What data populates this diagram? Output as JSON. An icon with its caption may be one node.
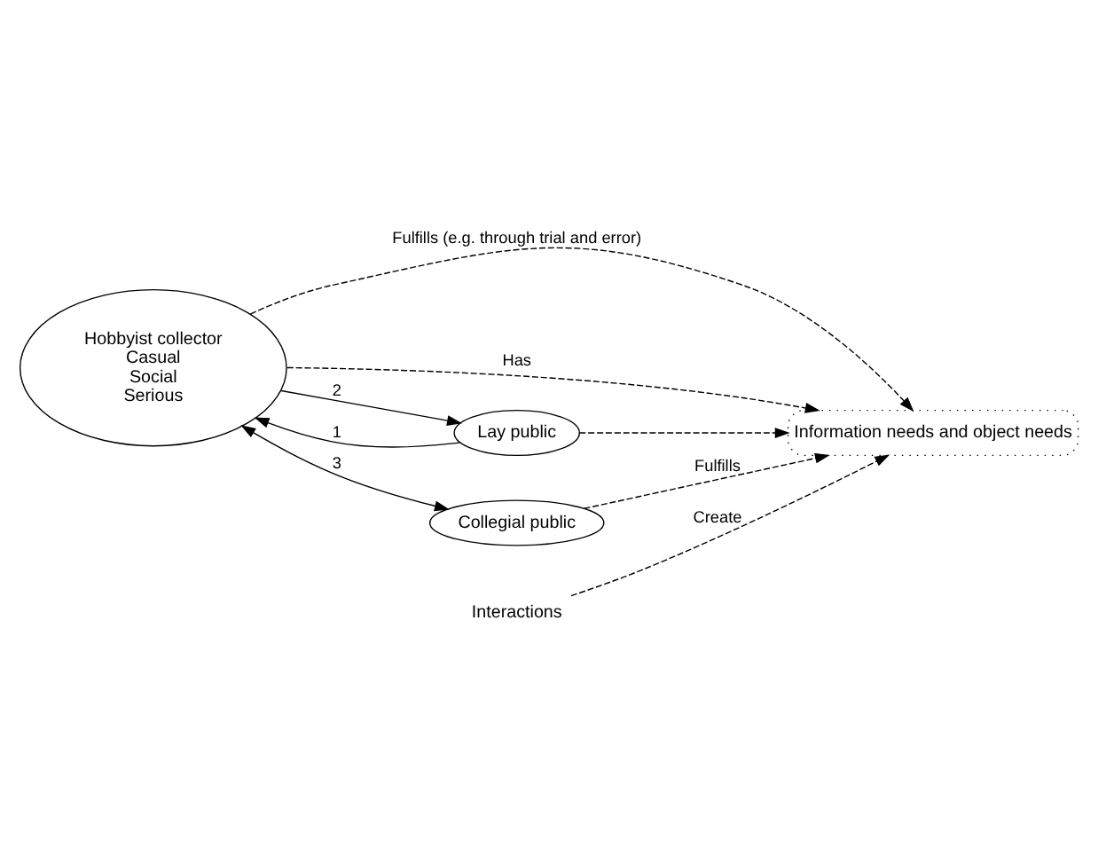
{
  "diagram": {
    "nodes": [
      {
        "text": [
          "Hobbyist collector",
          "Casual",
          "Social",
          "Serious"
        ]
      },
      {
        "text": [
          "Information needs and object needs"
        ]
      },
      {
        "text": [
          "Lay public"
        ]
      },
      {
        "text": [
          "Collegial public"
        ]
      },
      {
        "text": [
          "Interactions"
        ]
      }
    ],
    "edges": [
      {
        "from": 0,
        "to": 1,
        "arrow": "to",
        "style": "dashed",
        "label": "Fulfills (e.g. through trial and error)"
      },
      {
        "from": 0,
        "to": 1,
        "arrow": "to",
        "style": "dashed",
        "label": "Has"
      },
      {
        "from": 4,
        "to": 1,
        "arrow": "to",
        "style": "dashed",
        "label": "Create"
      },
      {
        "from": 2,
        "to": 0,
        "arrow": "to",
        "label": "1"
      },
      {
        "from": 0,
        "to": 2,
        "arrow": "to",
        "label": "2"
      },
      {
        "from": 0,
        "to": 3,
        "arrow": "both",
        "label": "3"
      },
      {
        "from": 3,
        "to": 1,
        "arrow": "to",
        "style": "dashed",
        "label": "Fulfills"
      },
      {
        "from": 2,
        "to": 1,
        "arrow": "to",
        "style": "dashed"
      }
    ]
  }
}
